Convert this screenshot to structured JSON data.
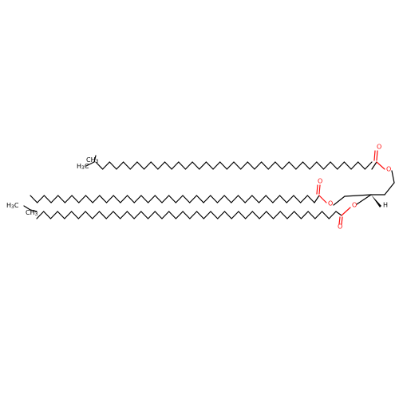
{
  "labels": {
    "o_ester1_carbonyl": "O",
    "o_ester1_link": "O",
    "o_ester2_carbonyl": "O",
    "o_ester2_link": "O",
    "o_ester3_link": "O",
    "o_ester3_carbonyl": "O",
    "h_stereo": "H",
    "ch3_a": "H",
    "ch3_a_sub": "3",
    "ch3_a_c": "C",
    "ch3_b": "CH",
    "ch3_b_sub": "3",
    "h3c_c": "H",
    "h3c_c_sub": "3",
    "h3c_c_c": "C",
    "ch3_d": "CH",
    "ch3_d_sub": "3"
  },
  "colors": {
    "bond": "#000000",
    "oxygen": "#ff0d0d"
  }
}
